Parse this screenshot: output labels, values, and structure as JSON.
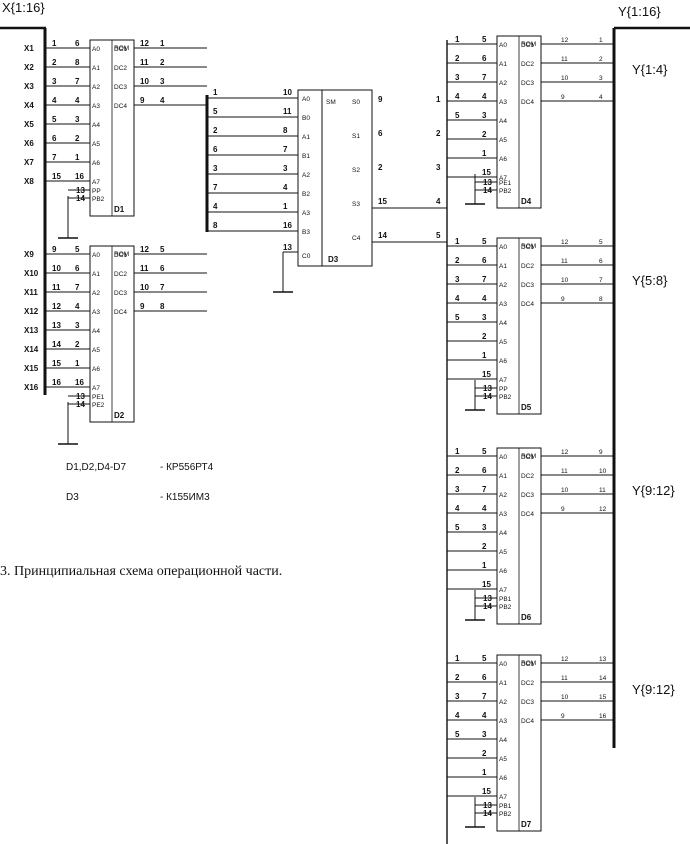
{
  "input_bus": {
    "label": "X{1:16}"
  },
  "output_bus": {
    "label": "Y{1:16}"
  },
  "chips": [
    {
      "id": "D1",
      "name": "D1",
      "type_label": "ROM",
      "inputs": [
        {
          "sig": "X1",
          "pin": "1",
          "net": "6",
          "label": "A0"
        },
        {
          "sig": "X2",
          "pin": "2",
          "net": "8",
          "label": "A1"
        },
        {
          "sig": "X3",
          "pin": "3",
          "net": "7",
          "label": "A2"
        },
        {
          "sig": "X4",
          "pin": "4",
          "net": "4",
          "label": "A3"
        },
        {
          "sig": "X5",
          "pin": "5",
          "net": "3",
          "label": "A4"
        },
        {
          "sig": "X6",
          "pin": "6",
          "net": "2",
          "label": "A5"
        },
        {
          "sig": "X7",
          "pin": "7",
          "net": "1",
          "label": "A6"
        },
        {
          "sig": "X8",
          "pin": "15",
          "net": "16",
          "label": "A7"
        }
      ],
      "ctrl": [
        {
          "pin": "13",
          "label": "PP"
        },
        {
          "pin": "14",
          "label": "PB2"
        }
      ],
      "outputs": [
        {
          "label": "DC1",
          "pin": "12",
          "net": "1"
        },
        {
          "label": "DC2",
          "pin": "11",
          "net": "2"
        },
        {
          "label": "DC3",
          "pin": "10",
          "net": "3"
        },
        {
          "label": "DC4",
          "pin": "9",
          "net": "4"
        }
      ]
    },
    {
      "id": "D2",
      "name": "D2",
      "type_label": "ROM",
      "inputs": [
        {
          "sig": "X9",
          "pin": "9",
          "net": "5",
          "label": "A0"
        },
        {
          "sig": "X10",
          "pin": "10",
          "net": "6",
          "label": "A1"
        },
        {
          "sig": "X11",
          "pin": "11",
          "net": "7",
          "label": "A2"
        },
        {
          "sig": "X12",
          "pin": "12",
          "net": "4",
          "label": "A3"
        },
        {
          "sig": "X13",
          "pin": "13",
          "net": "3",
          "label": "A4"
        },
        {
          "sig": "X14",
          "pin": "14",
          "net": "2",
          "label": "A5"
        },
        {
          "sig": "X15",
          "pin": "15",
          "net": "1",
          "label": "A6"
        },
        {
          "sig": "X16",
          "pin": "16",
          "net": "16",
          "label": "A7"
        }
      ],
      "ctrl": [
        {
          "pin": "13",
          "label": "PE1"
        },
        {
          "pin": "14",
          "label": "PE2"
        }
      ],
      "outputs": [
        {
          "label": "DC1",
          "pin": "12",
          "net": "5"
        },
        {
          "label": "DC2",
          "pin": "11",
          "net": "6"
        },
        {
          "label": "DC3",
          "pin": "10",
          "net": "7"
        },
        {
          "label": "DC4",
          "pin": "9",
          "net": "8"
        }
      ]
    },
    {
      "id": "D4",
      "name": "D4",
      "type_label": "ROM",
      "inputs": [
        {
          "sig": "",
          "pin": "1",
          "net": "5",
          "label": "A0"
        },
        {
          "sig": "",
          "pin": "2",
          "net": "6",
          "label": "A1"
        },
        {
          "sig": "",
          "pin": "3",
          "net": "7",
          "label": "A2"
        },
        {
          "sig": "",
          "pin": "4",
          "net": "4",
          "label": "A3"
        },
        {
          "sig": "",
          "pin": "5",
          "net": "3",
          "label": "A4"
        },
        {
          "sig": "",
          "pin": "",
          "net": "2",
          "label": "A5"
        },
        {
          "sig": "",
          "pin": "",
          "net": "1",
          "label": "A6"
        },
        {
          "sig": "",
          "pin": "",
          "net": "15",
          "label": "A7"
        }
      ],
      "ctrl": [
        {
          "pin": "13",
          "label": "PE1"
        },
        {
          "pin": "14",
          "label": "PB2"
        }
      ],
      "outputs": [
        {
          "label": "DC1",
          "pin": "12",
          "net": "1"
        },
        {
          "label": "DC2",
          "pin": "11",
          "net": "2"
        },
        {
          "label": "DC3",
          "pin": "10",
          "net": "3"
        },
        {
          "label": "DC4",
          "pin": "9",
          "net": "4"
        }
      ]
    },
    {
      "id": "D5",
      "name": "D5",
      "type_label": "ROM",
      "inputs": [
        {
          "sig": "",
          "pin": "1",
          "net": "5",
          "label": "A0"
        },
        {
          "sig": "",
          "pin": "2",
          "net": "6",
          "label": "A1"
        },
        {
          "sig": "",
          "pin": "3",
          "net": "7",
          "label": "A2"
        },
        {
          "sig": "",
          "pin": "4",
          "net": "4",
          "label": "A3"
        },
        {
          "sig": "",
          "pin": "5",
          "net": "3",
          "label": "A4"
        },
        {
          "sig": "",
          "pin": "",
          "net": "2",
          "label": "A5"
        },
        {
          "sig": "",
          "pin": "",
          "net": "1",
          "label": "A6"
        },
        {
          "sig": "",
          "pin": "",
          "net": "15",
          "label": "A7"
        }
      ],
      "ctrl": [
        {
          "pin": "13",
          "label": "PP"
        },
        {
          "pin": "14",
          "label": "PB2"
        }
      ],
      "outputs": [
        {
          "label": "DC1",
          "pin": "12",
          "net": "5"
        },
        {
          "label": "DC2",
          "pin": "11",
          "net": "6"
        },
        {
          "label": "DC3",
          "pin": "10",
          "net": "7"
        },
        {
          "label": "DC4",
          "pin": "9",
          "net": "8"
        }
      ]
    },
    {
      "id": "D6",
      "name": "D6",
      "type_label": "ROM",
      "inputs": [
        {
          "sig": "",
          "pin": "1",
          "net": "5",
          "label": "A0"
        },
        {
          "sig": "",
          "pin": "2",
          "net": "6",
          "label": "A1"
        },
        {
          "sig": "",
          "pin": "3",
          "net": "7",
          "label": "A2"
        },
        {
          "sig": "",
          "pin": "4",
          "net": "4",
          "label": "A3"
        },
        {
          "sig": "",
          "pin": "5",
          "net": "3",
          "label": "A4"
        },
        {
          "sig": "",
          "pin": "",
          "net": "2",
          "label": "A5"
        },
        {
          "sig": "",
          "pin": "",
          "net": "1",
          "label": "A6"
        },
        {
          "sig": "",
          "pin": "",
          "net": "15",
          "label": "A7"
        }
      ],
      "ctrl": [
        {
          "pin": "13",
          "label": "PB1"
        },
        {
          "pin": "14",
          "label": "PB2"
        }
      ],
      "outputs": [
        {
          "label": "DC1",
          "pin": "12",
          "net": "9"
        },
        {
          "label": "DC2",
          "pin": "11",
          "net": "10"
        },
        {
          "label": "DC3",
          "pin": "10",
          "net": "11"
        },
        {
          "label": "DC4",
          "pin": "9",
          "net": "12"
        }
      ]
    },
    {
      "id": "D7",
      "name": "D7",
      "type_label": "ROM",
      "inputs": [
        {
          "sig": "",
          "pin": "1",
          "net": "5",
          "label": "A0"
        },
        {
          "sig": "",
          "pin": "2",
          "net": "6",
          "label": "A1"
        },
        {
          "sig": "",
          "pin": "3",
          "net": "7",
          "label": "A2"
        },
        {
          "sig": "",
          "pin": "4",
          "net": "4",
          "label": "A3"
        },
        {
          "sig": "",
          "pin": "5",
          "net": "3",
          "label": "A4"
        },
        {
          "sig": "",
          "pin": "",
          "net": "2",
          "label": "A5"
        },
        {
          "sig": "",
          "pin": "",
          "net": "1",
          "label": "A6"
        },
        {
          "sig": "",
          "pin": "",
          "net": "15",
          "label": "A7"
        }
      ],
      "ctrl": [
        {
          "pin": "13",
          "label": "PB1"
        },
        {
          "pin": "14",
          "label": "PB2"
        }
      ],
      "outputs": [
        {
          "label": "DC1",
          "pin": "12",
          "net": "13"
        },
        {
          "label": "DC2",
          "pin": "11",
          "net": "14"
        },
        {
          "label": "DC3",
          "pin": "10",
          "net": "15"
        },
        {
          "label": "DC4",
          "pin": "9",
          "net": "16"
        }
      ]
    }
  ],
  "adder": {
    "name": "D3",
    "type_label": "SM",
    "left_nets": [
      "1",
      "5",
      "2",
      "6",
      "3",
      "7",
      "4",
      "8"
    ],
    "left_pins": [
      "10",
      "11",
      "8",
      "7",
      "3",
      "4",
      "1",
      "16"
    ],
    "left_labels": [
      "A0",
      "B0",
      "A1",
      "B1",
      "A2",
      "B2",
      "A3",
      "B3"
    ],
    "carry_in_pin": "13",
    "carry_in_label": "C0",
    "right_labels": [
      "S0",
      "S1",
      "S2",
      "S3",
      "C4"
    ],
    "right_pins": [
      "9",
      "6",
      "2",
      "15",
      "14"
    ],
    "right_nets": [
      "1",
      "2",
      "3",
      "4",
      "5"
    ]
  },
  "group_labels": [
    "Y{1:4}",
    "Y{5:8}",
    "Y{9:12}",
    "Y{9:12}"
  ],
  "notes": [
    {
      "left": "D1,D2,D4-D7",
      "right": "-  КР556РТ4"
    },
    {
      "left": "D3",
      "right": "-  К155ИМ3"
    }
  ],
  "caption": "3. Принципиальная  схема  операционной  части."
}
